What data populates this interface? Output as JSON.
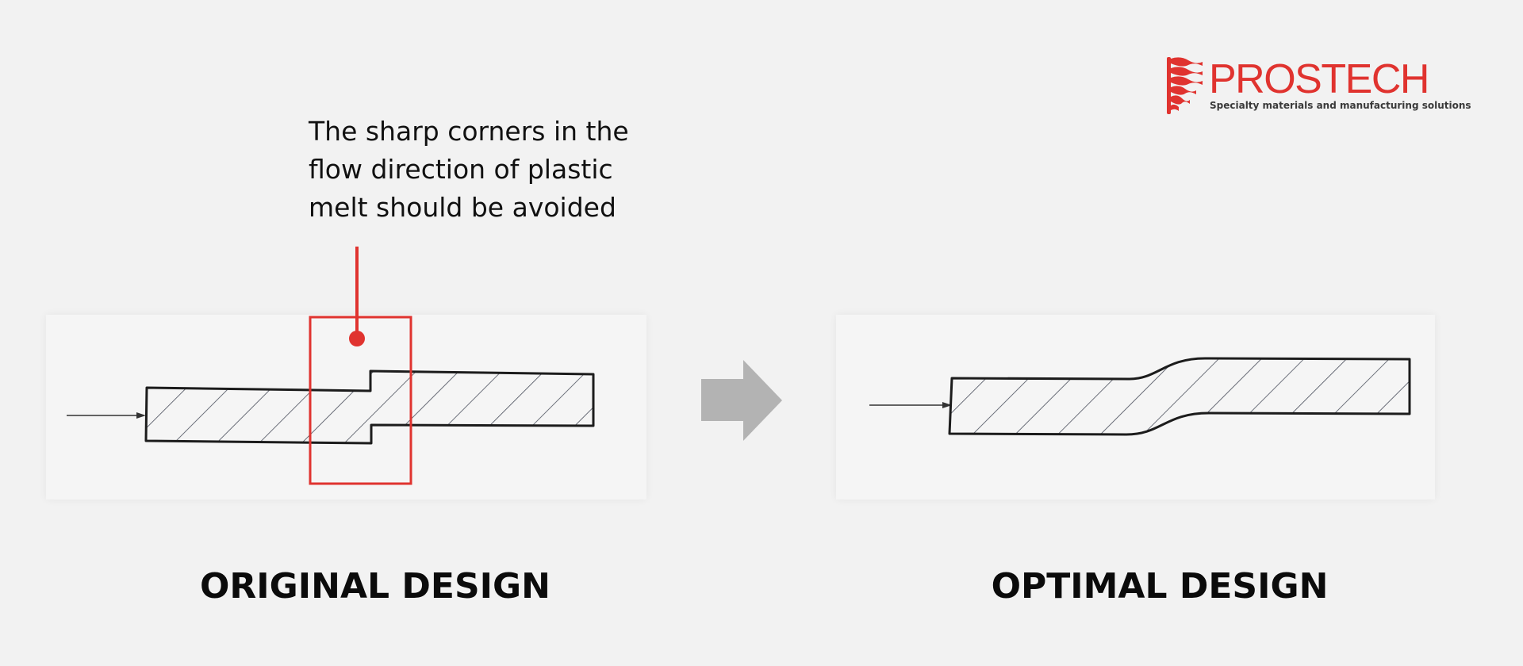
{
  "logo": {
    "name": "PROSTECH",
    "tagline": "Specialty materials and manufacturing solutions",
    "icon": "prostech-flag-icon"
  },
  "callout": {
    "text": "The sharp corners in the\nflow direction of plastic\nmelt should be avoided"
  },
  "captions": {
    "original": "ORIGINAL DESIGN",
    "optimal": "OPTIMAL DESIGN"
  },
  "colors": {
    "accent": "#e0332f",
    "background": "#f2f2f2",
    "arrow": "#b3b3b3",
    "outline": "#1c1c1c",
    "hatch": "#4a4f5c"
  },
  "icons": {
    "transition": "right-arrow-icon",
    "flow": "flow-direction-arrow-icon"
  }
}
